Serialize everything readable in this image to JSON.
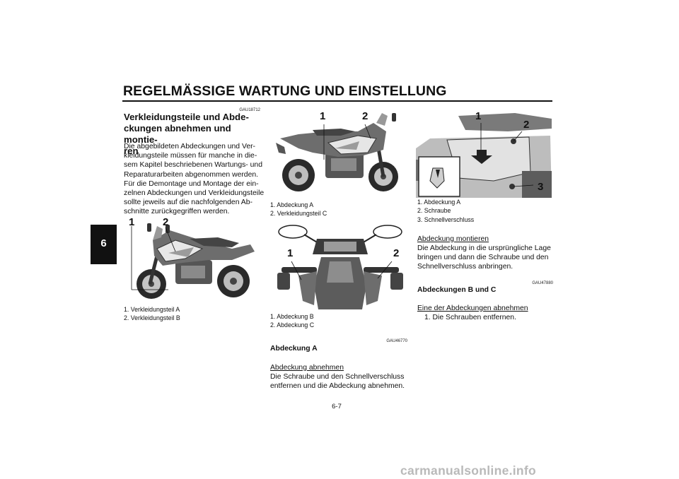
{
  "header": {
    "title": "REGELMÄSSIGE WARTUNG UND EINSTELLUNG"
  },
  "chapter_tab": "6",
  "left_column": {
    "code": "GAU18712",
    "heading": "Verkleidungsteile und Abde-ckungen abnehmen und montie-ren",
    "heading_lines": [
      "Verkleidungsteile und Abde-",
      "ckungen abnehmen und montie-",
      "ren"
    ],
    "paragraph_lines": [
      "Die abgebildeten Abdeckungen und Ver-",
      "kleidungsteile müssen für manche in die-",
      "sem Kapitel beschriebenen Wartungs- und",
      "Reparaturarbeiten abgenommen werden.",
      "Für die Demontage und Montage der ein-",
      "zelnen Abdeckungen und Verkleidungsteile",
      "sollte jeweils auf die nachfolgenden Ab-",
      "schnitte zurückgegriffen werden."
    ],
    "figure_labels": [
      "1",
      "2"
    ],
    "captions": [
      "1.  Verkleidungsteil A",
      "2.  Verkleidungsteil B"
    ]
  },
  "middle_column": {
    "figure1_labels": [
      "1",
      "2"
    ],
    "figure1_captions": [
      "1.  Abdeckung A",
      "2.  Verkleidungsteil C"
    ],
    "figure2_labels": [
      "1",
      "2"
    ],
    "figure2_captions": [
      "1.  Abdeckung B",
      "2.  Abdeckung C"
    ],
    "code": "GAU46770",
    "section_title": "Abdeckung A",
    "subsection": "Abdeckung abnehmen",
    "paragraph_lines": [
      "Die Schraube und den Schnellverschluss",
      "entfernen und die Abdeckung abnehmen."
    ]
  },
  "right_column": {
    "figure_labels": [
      "1",
      "2",
      "3"
    ],
    "captions": [
      "1.  Abdeckung A",
      "2.  Schraube",
      "3.  Schnellverschluss"
    ],
    "subsection": "Abdeckung montieren",
    "paragraph_lines": [
      "Die Abdeckung in die ursprüngliche Lage",
      "bringen und dann die Schraube und den",
      "Schnellverschluss anbringen."
    ],
    "code": "GAU47880",
    "section_title": "Abdeckungen B und C",
    "subsection2": "Eine der Abdeckungen abnehmen",
    "step": "1.  Die Schrauben entfernen."
  },
  "footer": {
    "page_number": "6-7",
    "watermark": "carmanualsonline.info"
  },
  "colors": {
    "text": "#111111",
    "watermark": "#b9b9b9",
    "tab": "#111111"
  }
}
